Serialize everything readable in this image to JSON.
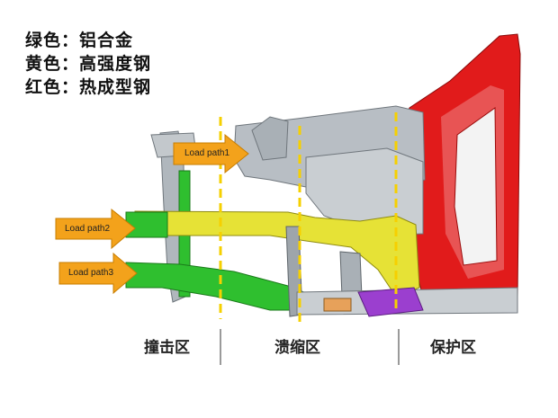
{
  "legend": [
    {
      "text": "绿色：铝合金",
      "color": "#2fbf2f"
    },
    {
      "text": "黄色：高强度钢",
      "color": "#e6e236"
    },
    {
      "text": "红色：热成型钢",
      "color": "#e11b1b"
    }
  ],
  "load_paths": [
    {
      "label": "Load path1"
    },
    {
      "label": "Load path2"
    },
    {
      "label": "Load path3"
    }
  ],
  "zones": [
    {
      "label": "撞击区"
    },
    {
      "label": "溃缩区"
    },
    {
      "label": "保护区"
    }
  ],
  "colors": {
    "arrow_orange": "#f3a21b",
    "arrow_edge": "#c77d00",
    "divider_yellow": "#f6d000",
    "aluminum_green": "#2fbf2f",
    "steel_yellow": "#e6e236",
    "hot_formed_red": "#e11b1b",
    "frame_gray": "#b8bec4",
    "purple": "#9b3fcf"
  }
}
